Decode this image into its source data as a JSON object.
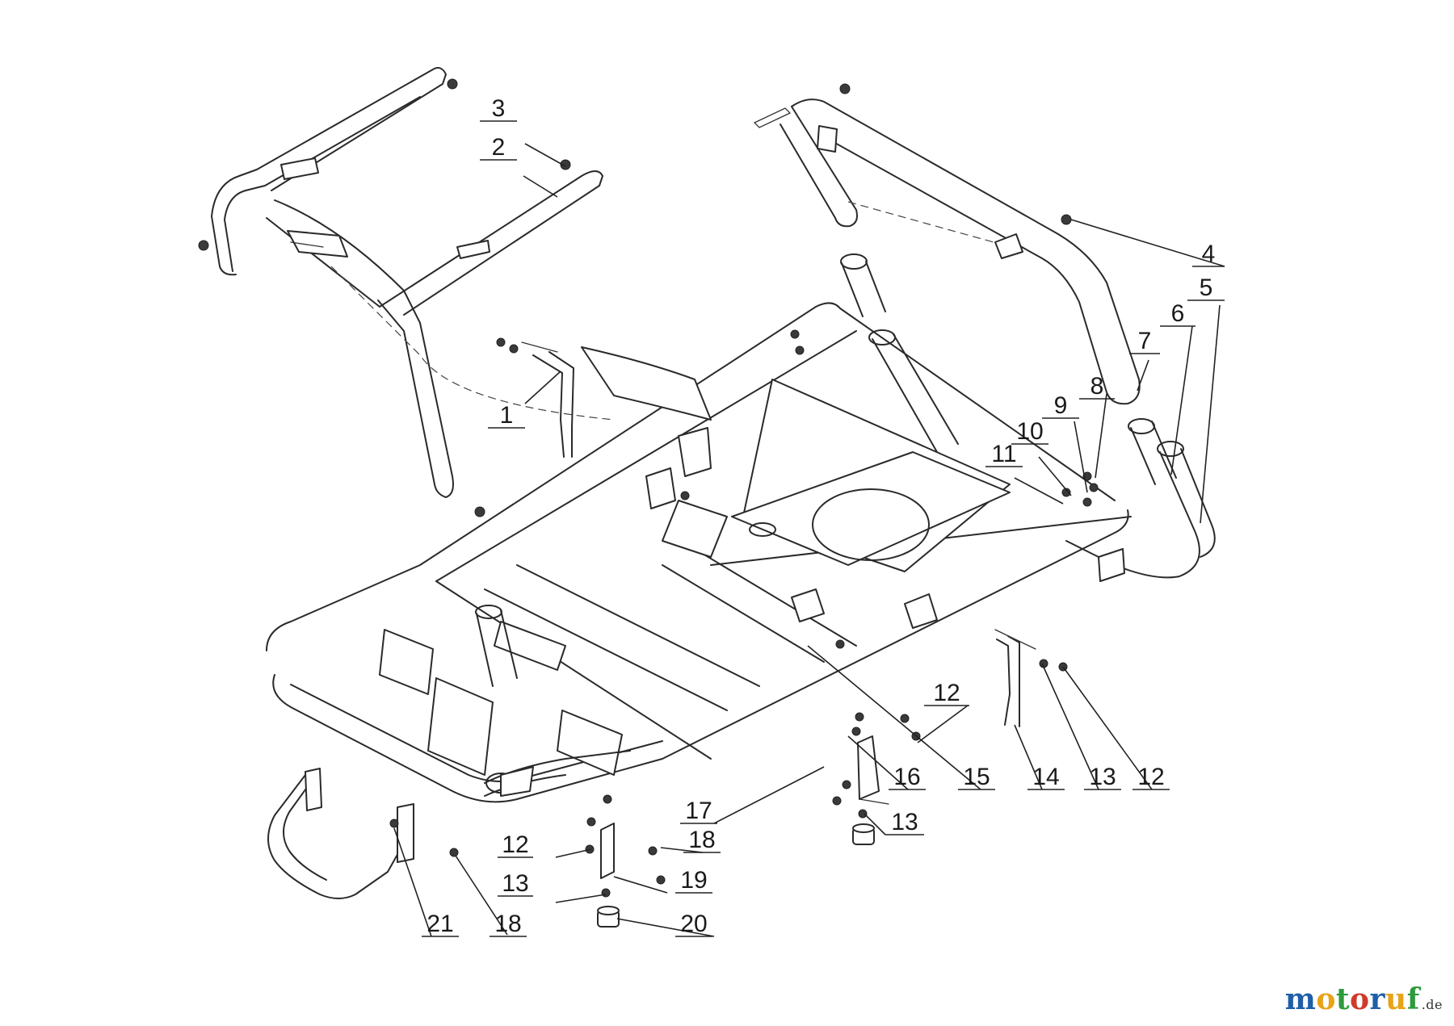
{
  "diagram": {
    "callouts": [
      "1",
      "2",
      "3",
      "4",
      "5",
      "6",
      "7",
      "8",
      "9",
      "10",
      "11",
      "12",
      "12",
      "12",
      "13",
      "13",
      "13",
      "14",
      "15",
      "16",
      "17",
      "18",
      "18",
      "19",
      "20",
      "21"
    ]
  },
  "brand": {
    "letters": [
      "m",
      "o",
      "t",
      "o",
      "r",
      "u",
      "f"
    ],
    "letter_colors": [
      "#1f5fa8",
      "#e8a317",
      "#2e9a3e",
      "#d03a2a",
      "#1f5fa8",
      "#e8a317",
      "#2e9a3e"
    ],
    "tld": ".de"
  }
}
